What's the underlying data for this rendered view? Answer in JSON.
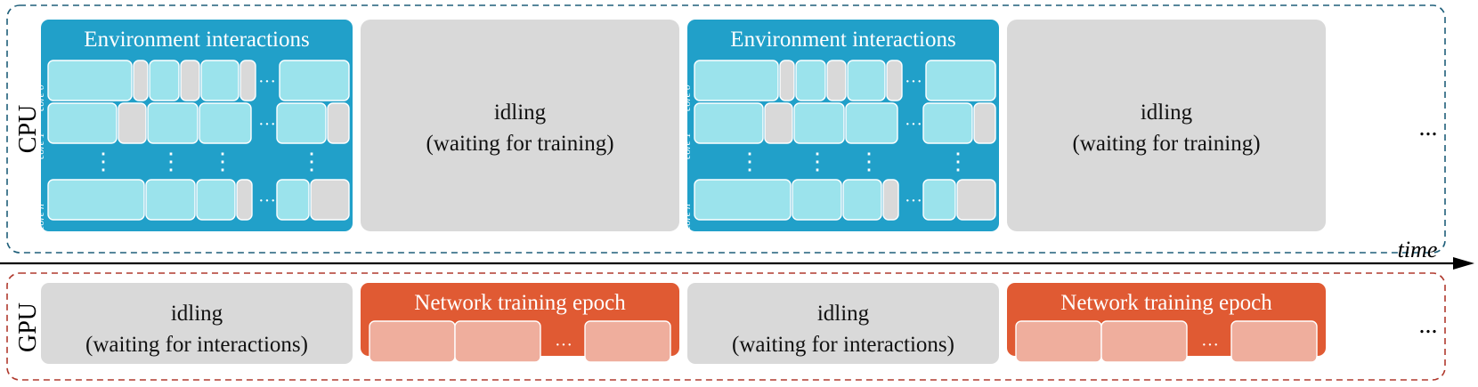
{
  "cpu_label": "CPU",
  "gpu_label": "GPU",
  "time_label": "time",
  "ellipsis": "...",
  "inner_ellipsis": "···",
  "vdots": "⋮",
  "core_labels": [
    "core 0",
    "core 1",
    "core n"
  ],
  "cpu_blocks": [
    {
      "kind": "env",
      "title": "Environment interactions"
    },
    {
      "kind": "idle",
      "lines": [
        "idling",
        "(waiting for training)"
      ]
    },
    {
      "kind": "env",
      "title": "Environment interactions"
    },
    {
      "kind": "idle",
      "lines": [
        "idling",
        "(waiting for training)"
      ]
    }
  ],
  "gpu_blocks": [
    {
      "kind": "idle",
      "lines": [
        "idling",
        "(waiting for interactions)"
      ]
    },
    {
      "kind": "train",
      "title": "Network training epoch"
    },
    {
      "kind": "idle",
      "lines": [
        "idling",
        "(waiting for interactions)"
      ]
    },
    {
      "kind": "train",
      "title": "Network training epoch"
    }
  ],
  "colors": {
    "cpu_border": "#1f5f7a",
    "gpu_border": "#b03a2e",
    "env_bg": "#21a0c9",
    "env_cell": "#9be3ec",
    "gray": "#d9d9d9",
    "train_bg": "#e05a33",
    "train_cell": "#efae9d",
    "axis": "#000000"
  }
}
